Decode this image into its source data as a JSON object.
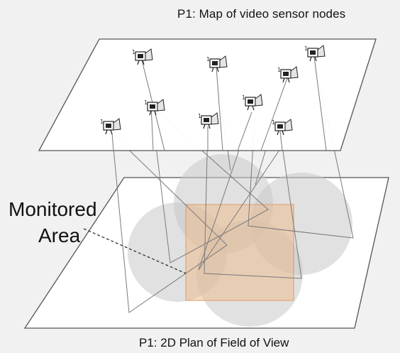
{
  "labels": {
    "top_plane": "P1: Map of video sensor nodes",
    "bottom_plane": "P1: 2D Plan of Field of View",
    "annotation_line1": "Monitored",
    "annotation_line2": "Area"
  },
  "colors": {
    "background": "#f1f1f1",
    "plane_fill": "#ffffff",
    "plane_stroke": "#555555",
    "fov_circle": "#c9c9c9",
    "monitored_area": "#f0b98a",
    "sight_lines": "#7a7a7a"
  },
  "icons": {
    "sensor_node": "camera-icon"
  },
  "sensor_count": 9
}
